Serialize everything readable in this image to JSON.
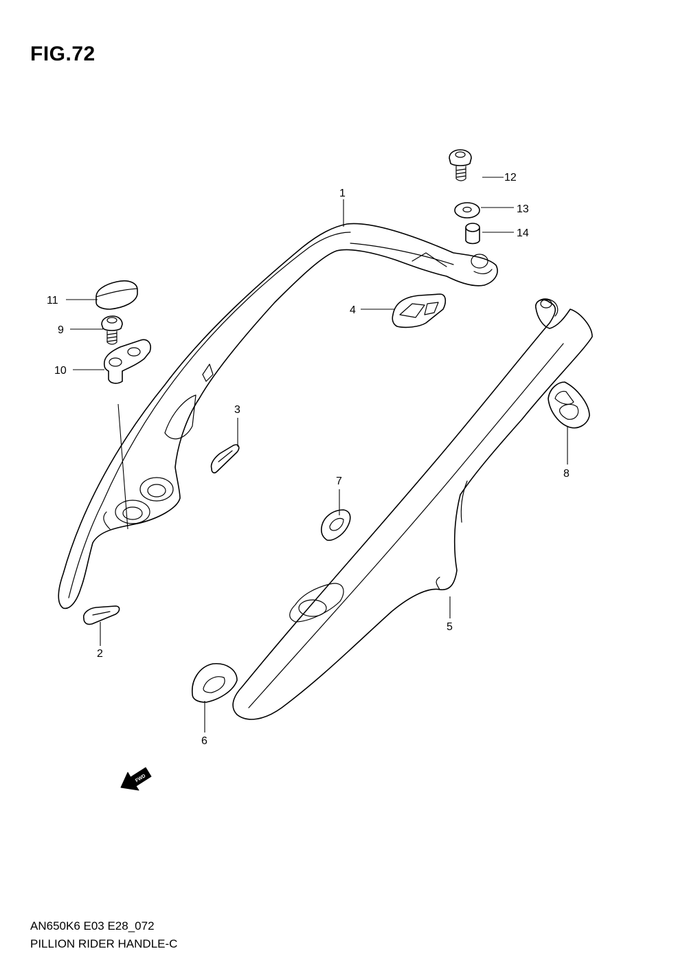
{
  "figure": {
    "title": "FIG.72"
  },
  "callouts": [
    "1",
    "2",
    "3",
    "4",
    "5",
    "6",
    "7",
    "8",
    "9",
    "10",
    "11",
    "12",
    "13",
    "14"
  ],
  "fwd_label": "FWD",
  "footer": {
    "code": "AN650K6 E03 E28_072",
    "name": "PILLION RIDER HANDLE-C"
  }
}
